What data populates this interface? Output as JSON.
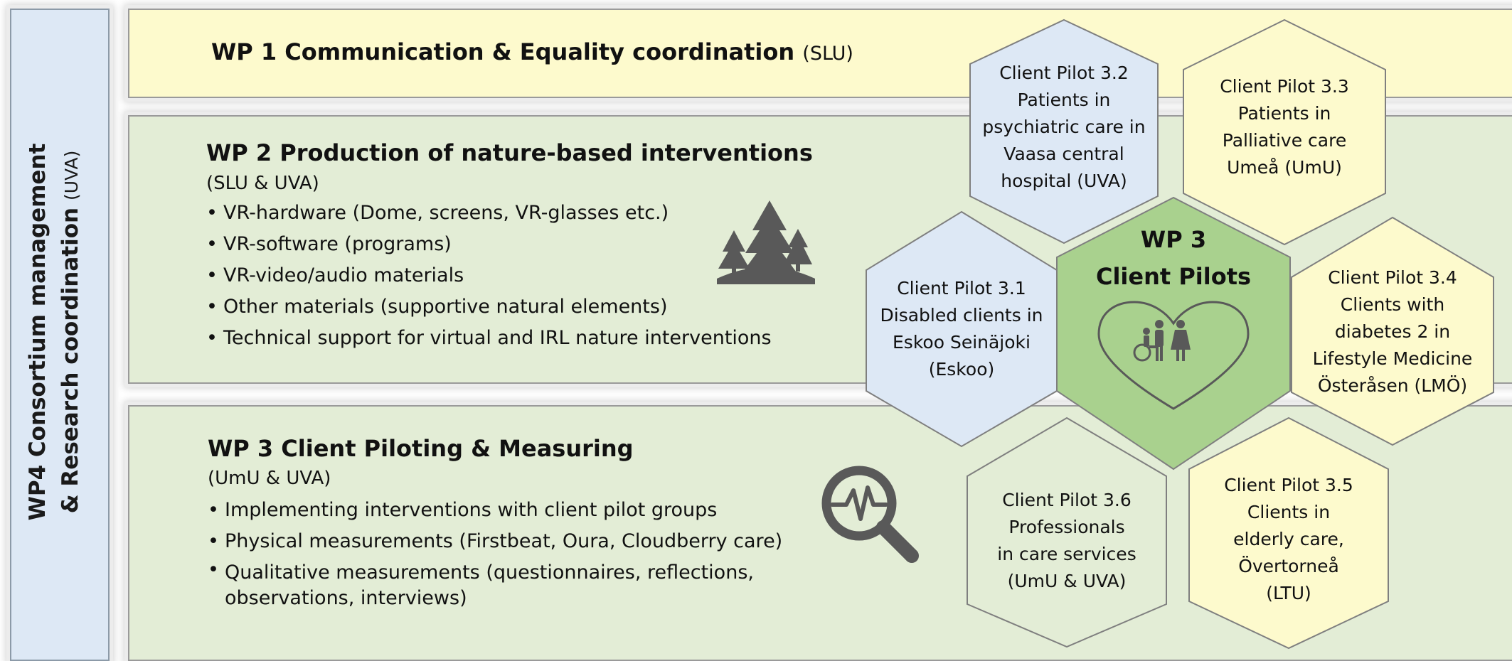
{
  "side": {
    "title_line1": "WP4 Consortium management",
    "title_line2": "& Research coordination",
    "org": "(UVA)"
  },
  "wp1": {
    "title": "WP 1 Communication & Equality coordination",
    "org": "(SLU)"
  },
  "wp2": {
    "title": "WP 2 Production of nature-based interventions",
    "org": "(SLU & UVA)",
    "items": [
      "VR-hardware (Dome, screens, VR-glasses etc.)",
      "VR-software (programs)",
      "VR-video/audio materials",
      "Other materials (supportive natural elements)",
      "Technical support for virtual and IRL nature interventions"
    ],
    "icon": "forest-icon"
  },
  "wp3": {
    "title": "WP 3 Client Piloting & Measuring",
    "org": "(UmU & UVA)",
    "items": [
      "Implementing interventions with client pilot groups",
      "Physical measurements (Firstbeat, Oura, Cloudberry care)",
      "Qualitative measurements (questionnaires, reflections, observations, interviews)"
    ],
    "icon": "magnifier-pulse-icon"
  },
  "center": {
    "line1": "WP 3",
    "line2": "Client Pilots",
    "icon": "heart-people-icon",
    "color": "#a9d18e"
  },
  "pilots": [
    {
      "id": "3.1",
      "lines": [
        "Client Pilot 3.1",
        "Disabled clients in",
        "Eskoo Seinäjoki",
        "(Eskoo)"
      ],
      "color": "#dde8f5"
    },
    {
      "id": "3.2",
      "lines": [
        "Client Pilot 3.2",
        "Patients in",
        "psychiatric care in",
        "Vaasa central",
        "hospital (UVA)"
      ],
      "color": "#dde8f5"
    },
    {
      "id": "3.3",
      "lines": [
        "Client Pilot 3.3",
        "Patients in",
        "Palliative care",
        "Umeå (UmU)"
      ],
      "color": "#fdfacd"
    },
    {
      "id": "3.4",
      "lines": [
        "Client Pilot 3.4",
        "Clients with",
        "diabetes 2 in",
        "Lifestyle Medicine",
        "Österåsen (LMÖ)"
      ],
      "color": "#fdfacd"
    },
    {
      "id": "3.5",
      "lines": [
        "Client Pilot 3.5",
        "Clients in",
        "elderly care,",
        "Övertorneå",
        "(LTU)"
      ],
      "color": "#fdfacd"
    },
    {
      "id": "3.6",
      "lines": [
        "Client Pilot 3.6",
        "Professionals",
        "in care services",
        "(UmU & UVA)"
      ],
      "color": "#e3edd6"
    }
  ]
}
